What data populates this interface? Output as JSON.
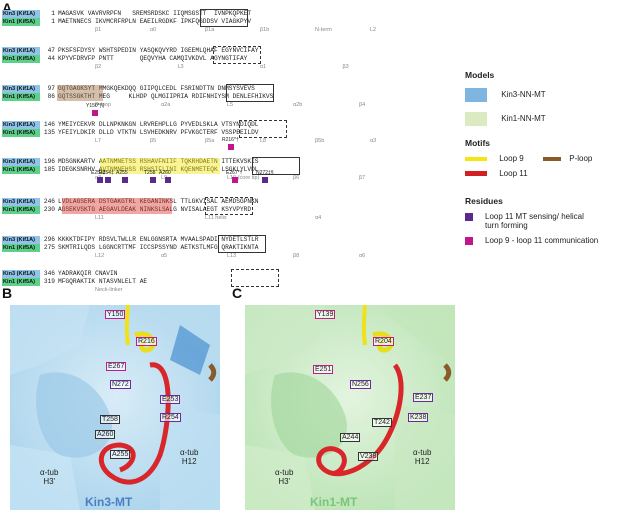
{
  "panel_labels": {
    "a": "A",
    "b": "B",
    "c": "C"
  },
  "alignment": {
    "blocks": [
      {
        "kin3": {
          "name": "Kin3 (Kif1A)",
          "start": "1",
          "seq": "MAGASVK VAVRVRPFN   SREMSRDSKC IIQMSGSTT  IVNPKQPKET"
        },
        "kin1": {
          "name": "Kin1 (Kif5A)",
          "start": "1",
          "seq": "MAETNNECS IKVMCRFRPLN EAEILRGDKF IPKFQGDDSV VIAGKPYV"
        },
        "ss": [
          "β1",
          "α0",
          "β1a",
          "β1b",
          "N-term",
          "L2"
        ]
      },
      {
        "kin3": {
          "name": "Kin3 (Kif1A)",
          "start": "47",
          "seq": "PKSFSFDYSY WSHTSPEDIN YASQKQVYRD IGEEMLQHAF EGYNVCIFAY"
        },
        "kin1": {
          "name": "Kin1 (Kif5A)",
          "start": "44",
          "seq": "KPYVFDRVFP PNTT       QEQVYHA CAMQIVKDVL AGYNGTIFAY"
        },
        "ss": [
          "β2",
          "L3",
          "α1",
          "β3"
        ]
      },
      {
        "kin3": {
          "name": "Kin3 (Kif1A)",
          "start": "97",
          "seq": "GQTGAGKSYT MMGKQEKDQQ GIIPQLCEDL FSRINDTTN DNMSYSVEVS"
        },
        "kin1": {
          "name": "Kin1 (Kif5A)",
          "start": "86",
          "seq": "GQTSSGKTHT MEG     KLHDP QLMGIIPRIA RDIFNHIYSM DENLEFHIKVS"
        },
        "ss": [
          "P-loop",
          "α2a",
          "L5",
          "α2b",
          "β4"
        ]
      },
      {
        "kin3": {
          "name": "Kin3 (Kif1A)",
          "start": "146",
          "seq": "YMEIYCEKVR DLLNPKNKGN LRVREHPLLG PYVEDLSKLA VTSYNDIQDL"
        },
        "kin1": {
          "name": "Kin1 (Kif5A)",
          "start": "135",
          "seq": "YFEIYLDKIR DLLD VTKTN LSVHEDKNRV PFVKGCTERF VSSPEEILDV"
        },
        "ss": [
          "L7",
          "β5",
          "β5a",
          "L8",
          "β5b",
          "α3"
        ]
      },
      {
        "kin3": {
          "name": "Kin3 (Kif1A)",
          "start": "196",
          "seq": "MDSGNKARTV AATNMNETSS RSHAVFNIIF TQKRHDAETN ITTEKVSKIS"
        },
        "kin1": {
          "name": "Kin1 (Kif5A)",
          "start": "185",
          "seq": "IDEGKSNRHV AVTNMNEHSS RSHSIFLINI KQENMETEQK LSGKLYLVDL"
        },
        "ss": [
          "α3",
          "L9",
          "L10 (core tip)",
          "β6",
          "β7"
        ]
      },
      {
        "kin3": {
          "name": "Kin3 (Kif1A)",
          "start": "246",
          "seq": "LVDLAGSERA DSTGAKGTRL KEGANINKSL TTLGKVISAL AEMDSGPNKN"
        },
        "kin1": {
          "name": "Kin1 (Kif5A)",
          "start": "230",
          "seq": "AGSEKVSKTG AEGAVLDEAK NINKSLSALG NVISALAEGT KSYVPYRD"
        },
        "ss": [
          "L11",
          "L11 helix",
          "α4"
        ]
      },
      {
        "kin3": {
          "name": "Kin3 (Kif1A)",
          "start": "296",
          "seq": "KKKKTDFIPY RDSVLTWLLR ENLGGNSRTA MVAALSPADI NYDETLSTLR"
        },
        "kin1": {
          "name": "Kin1 (Kif5A)",
          "start": "275",
          "seq": "SKMTRILQDS LGGNCRTTMF ICCSPSSYND AETKSTLMFG QRAKTIKNTA"
        },
        "ss": [
          "L12",
          "α5",
          "L13",
          "β8",
          "α6"
        ]
      },
      {
        "kin3": {
          "name": "Kin3 (Kif1A)",
          "start": "346",
          "seq": "YADRAKQIR CNAVIN"
        },
        "kin1": {
          "name": "Kin1 (Kif5A)",
          "start": "319",
          "seq": "MFGQRAKTIK NTASVNLELT AE"
        },
        "ss": [
          "Neck-linker"
        ]
      }
    ],
    "residue_markers": [
      "Y150*(\\)",
      "R216*†",
      "E253‡",
      "R254‡",
      "A255",
      "T258",
      "A260",
      "E267*†",
      "N272‡§"
    ]
  },
  "legend": {
    "models_title": "Models",
    "models": [
      {
        "label": "Kin3-NN-MT",
        "color": "#7fb6e0"
      },
      {
        "label": "Kin1-NN-MT",
        "color": "#dbeac0"
      }
    ],
    "motifs_title": "Motifs",
    "motifs": [
      {
        "label": "Loop 9",
        "color": "#f4e614"
      },
      {
        "label": "P-loop",
        "color": "#8b5a2b"
      },
      {
        "label": "Loop 11",
        "color": "#d21f24"
      }
    ],
    "residues_title": "Residues",
    "residues": [
      {
        "label": "Loop 11 MT sensing/ helical turn forming",
        "color": "#5b2a8c"
      },
      {
        "label": "Loop 9 - loop 11 communication",
        "color": "#c1158c"
      }
    ]
  },
  "panel_b": {
    "caption": "Kin3-MT",
    "caption_color": "#4a7fc1",
    "tub_left": "α-tub\nH3'",
    "tub_right": "α-tub\nH12",
    "residues": [
      "Y150",
      "R216",
      "E267",
      "N272",
      "E253",
      "R254",
      "T258",
      "A260",
      "A255"
    ]
  },
  "panel_c": {
    "caption": "Kin1-MT",
    "caption_color": "#7bc57b",
    "tub_left": "α-tub\nH3'",
    "tub_right": "α-tub\nH12",
    "residues": [
      "Y139",
      "R204",
      "E251",
      "N256",
      "E237",
      "K238",
      "T242",
      "A244",
      "V238"
    ]
  }
}
